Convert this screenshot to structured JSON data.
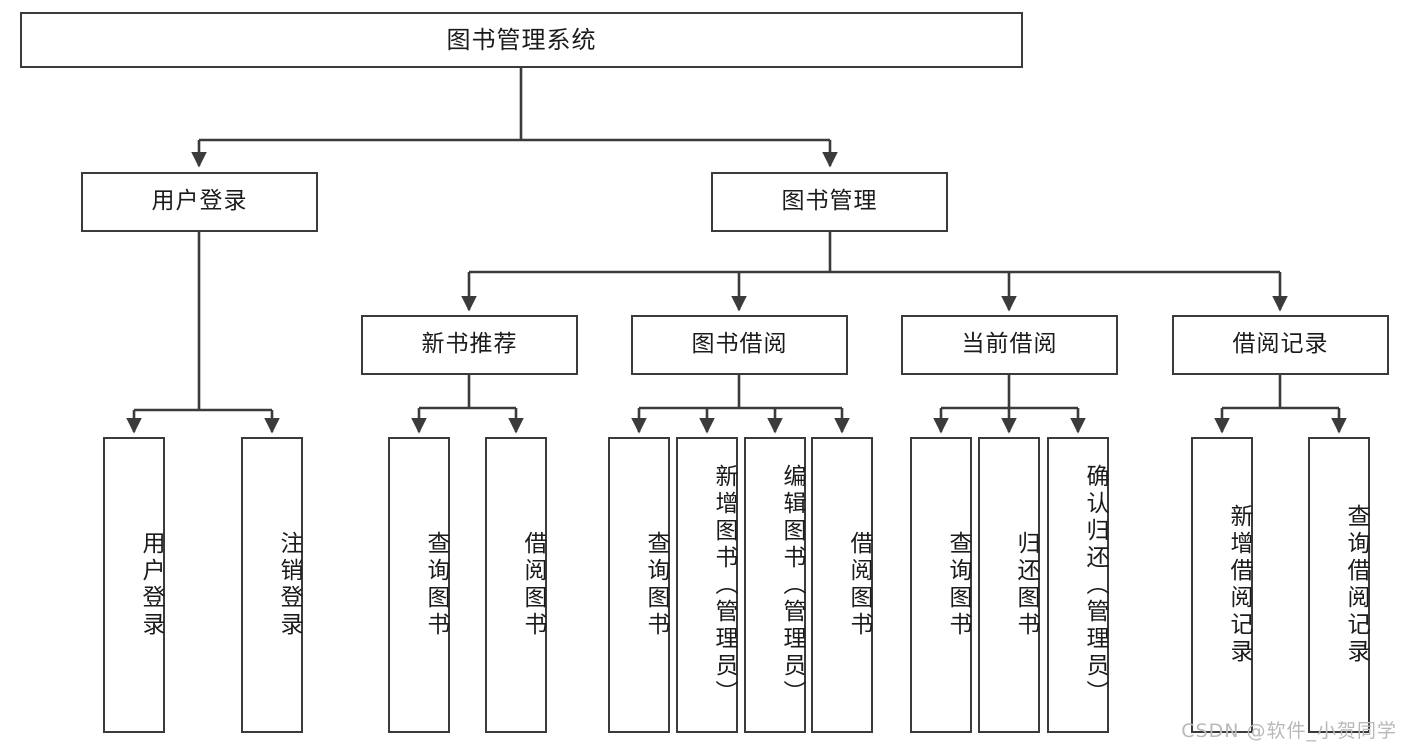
{
  "diagram": {
    "title": "图书管理系统",
    "type": "tree-hierarchy",
    "watermark": "CSDN @软件_小贺同学",
    "colors": {
      "box_border": "#3b3b3b",
      "box_fill": "#ffffff",
      "edge": "#3b3b3b",
      "text": "#1b1b1b",
      "watermark": "#b9b9b9",
      "background": "#ffffff"
    },
    "levels": {
      "level1": [
        {
          "id": "root",
          "label": "图书管理系统",
          "orientation": "horizontal"
        }
      ],
      "level2": [
        {
          "id": "user-login",
          "label": "用户登录",
          "orientation": "horizontal",
          "parent": "root"
        },
        {
          "id": "book-manage",
          "label": "图书管理",
          "orientation": "horizontal",
          "parent": "root"
        }
      ],
      "level3": [
        {
          "id": "new-book-rec",
          "label": "新书推荐",
          "orientation": "horizontal",
          "parent": "book-manage"
        },
        {
          "id": "book-borrow",
          "label": "图书借阅",
          "orientation": "horizontal",
          "parent": "book-manage"
        },
        {
          "id": "current-borrow",
          "label": "当前借阅",
          "orientation": "horizontal",
          "parent": "book-manage"
        },
        {
          "id": "borrow-record",
          "label": "借阅记录",
          "orientation": "horizontal",
          "parent": "book-manage"
        }
      ],
      "level4": [
        {
          "id": "leaf-user-login",
          "label": "用户登录",
          "orientation": "vertical",
          "parent": "user-login"
        },
        {
          "id": "leaf-user-logout",
          "label": "注销登录",
          "orientation": "vertical",
          "parent": "user-login"
        },
        {
          "id": "leaf-rec-query",
          "label": "查询图书",
          "orientation": "vertical",
          "parent": "new-book-rec"
        },
        {
          "id": "leaf-rec-borrow",
          "label": "借阅图书",
          "orientation": "vertical",
          "parent": "new-book-rec"
        },
        {
          "id": "leaf-borrow-query",
          "label": "查询图书",
          "orientation": "vertical",
          "parent": "book-borrow"
        },
        {
          "id": "leaf-borrow-add",
          "label": "新增图书（管理员）",
          "orientation": "vertical",
          "parent": "book-borrow"
        },
        {
          "id": "leaf-borrow-edit",
          "label": "编辑图书（管理员）",
          "orientation": "vertical",
          "parent": "book-borrow"
        },
        {
          "id": "leaf-borrow-borrow",
          "label": "借阅图书",
          "orientation": "vertical",
          "parent": "book-borrow"
        },
        {
          "id": "leaf-cur-query",
          "label": "查询图书",
          "orientation": "vertical",
          "parent": "current-borrow"
        },
        {
          "id": "leaf-cur-return",
          "label": "归还图书",
          "orientation": "vertical",
          "parent": "current-borrow"
        },
        {
          "id": "leaf-cur-confirm",
          "label": "确认归还（管理员）",
          "orientation": "vertical",
          "parent": "current-borrow"
        },
        {
          "id": "leaf-rec-add",
          "label": "新增借阅记录",
          "orientation": "vertical",
          "parent": "borrow-record"
        },
        {
          "id": "leaf-rec-query2",
          "label": "查询借阅记录",
          "orientation": "vertical",
          "parent": "borrow-record"
        }
      ]
    }
  }
}
